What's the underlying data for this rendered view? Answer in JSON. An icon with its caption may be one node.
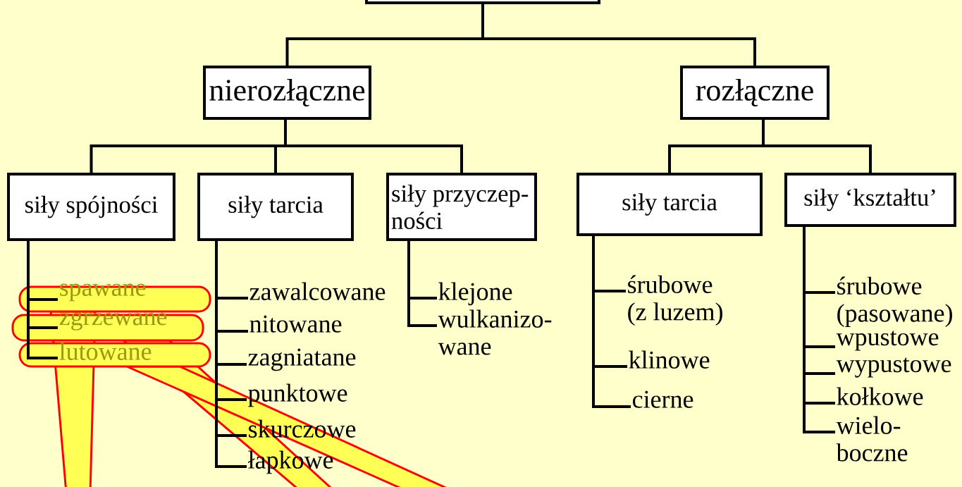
{
  "diagram": {
    "nodes": [
      {
        "text": [],
        "shape": "box"
      },
      {
        "text": [
          "nierozłączne"
        ]
      },
      {
        "text": [
          "rozłączne"
        ]
      },
      {
        "text": [
          "siły spójności"
        ]
      },
      {
        "text": [
          "siły tarcia"
        ]
      },
      {
        "text": [
          "siły przyczep- ności"
        ]
      },
      {
        "text": [
          "siły tarcia"
        ]
      },
      {
        "text": [
          "siły ‘kształtu’"
        ]
      },
      {
        "text": [
          "spawane"
        ]
      },
      {
        "text": [
          "zgrzewane"
        ]
      },
      {
        "text": [
          "lutowane"
        ]
      },
      {
        "text": [
          "zawalcowane"
        ]
      },
      {
        "text": [
          "nitowane"
        ]
      },
      {
        "text": [
          "zagniatane"
        ]
      },
      {
        "text": [
          "punktowe"
        ]
      },
      {
        "text": [
          "skurczowe"
        ]
      },
      {
        "text": [
          "łapkowe"
        ]
      },
      {
        "text": [
          "klejone"
        ]
      },
      {
        "text": [
          "wulkanizo- wane"
        ]
      },
      {
        "text": [
          "śrubowe (z luzem)"
        ]
      },
      {
        "text": [
          "klinowe"
        ]
      },
      {
        "text": [
          "cierne"
        ]
      },
      {
        "text": [
          "śrubowe (pasowane)"
        ]
      },
      {
        "text": [
          "wpustowe"
        ]
      },
      {
        "text": [
          "wypustowe"
        ]
      },
      {
        "text": [
          "kołkowe"
        ]
      },
      {
        "text": [
          "wielo- boczne"
        ]
      }
    ],
    "edges": [
      {
        "from": 0,
        "to": 1,
        "arrow": "none"
      },
      {
        "from": 0,
        "to": 2,
        "arrow": "none"
      },
      {
        "from": 1,
        "to": 3,
        "arrow": "none"
      },
      {
        "from": 1,
        "to": 4,
        "arrow": "none"
      },
      {
        "from": 1,
        "to": 5,
        "arrow": "none"
      },
      {
        "from": 2,
        "to": 6,
        "arrow": "none"
      },
      {
        "from": 2,
        "to": 7,
        "arrow": "none"
      },
      {
        "from": 3,
        "to": 8,
        "arrow": "none"
      },
      {
        "from": 3,
        "to": 9,
        "arrow": "none"
      },
      {
        "from": 3,
        "to": 10,
        "arrow": "none"
      },
      {
        "from": 4,
        "to": 11,
        "arrow": "none"
      },
      {
        "from": 4,
        "to": 12,
        "arrow": "none"
      },
      {
        "from": 4,
        "to": 13,
        "arrow": "none"
      },
      {
        "from": 4,
        "to": 14,
        "arrow": "none"
      },
      {
        "from": 4,
        "to": 15,
        "arrow": "none"
      },
      {
        "from": 4,
        "to": 16,
        "arrow": "none"
      },
      {
        "from": 5,
        "to": 17,
        "arrow": "none"
      },
      {
        "from": 5,
        "to": 18,
        "arrow": "none"
      },
      {
        "from": 6,
        "to": 19,
        "arrow": "none"
      },
      {
        "from": 6,
        "to": 20,
        "arrow": "none"
      },
      {
        "from": 6,
        "to": 21,
        "arrow": "none"
      },
      {
        "from": 7,
        "to": 22,
        "arrow": "none"
      },
      {
        "from": 7,
        "to": 23,
        "arrow": "none"
      },
      {
        "from": 7,
        "to": 24,
        "arrow": "none"
      },
      {
        "from": 7,
        "to": 25,
        "arrow": "none"
      },
      {
        "from": 7,
        "to": 26,
        "arrow": "none"
      }
    ]
  }
}
